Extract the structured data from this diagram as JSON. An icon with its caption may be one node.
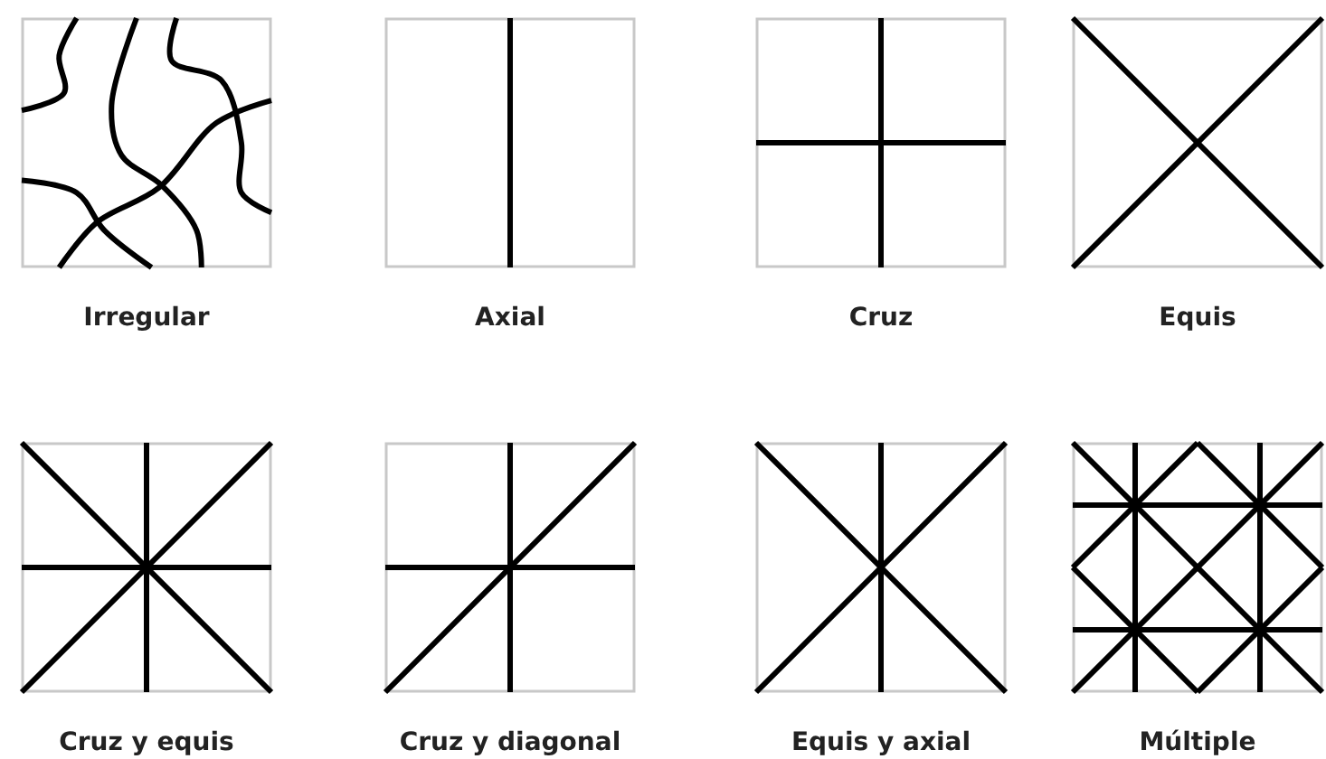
{
  "diagram": {
    "nodes": [
      {
        "text": [
          "Irregular"
        ]
      },
      {
        "text": [
          "Axial"
        ]
      },
      {
        "text": [
          "Cruz"
        ]
      },
      {
        "text": [
          "Equis"
        ]
      },
      {
        "text": [
          "Cruz y equis"
        ]
      },
      {
        "text": [
          "Cruz y diagonal"
        ]
      },
      {
        "text": [
          "Equis y axial"
        ]
      },
      {
        "text": [
          "Múltiple"
        ]
      }
    ]
  }
}
